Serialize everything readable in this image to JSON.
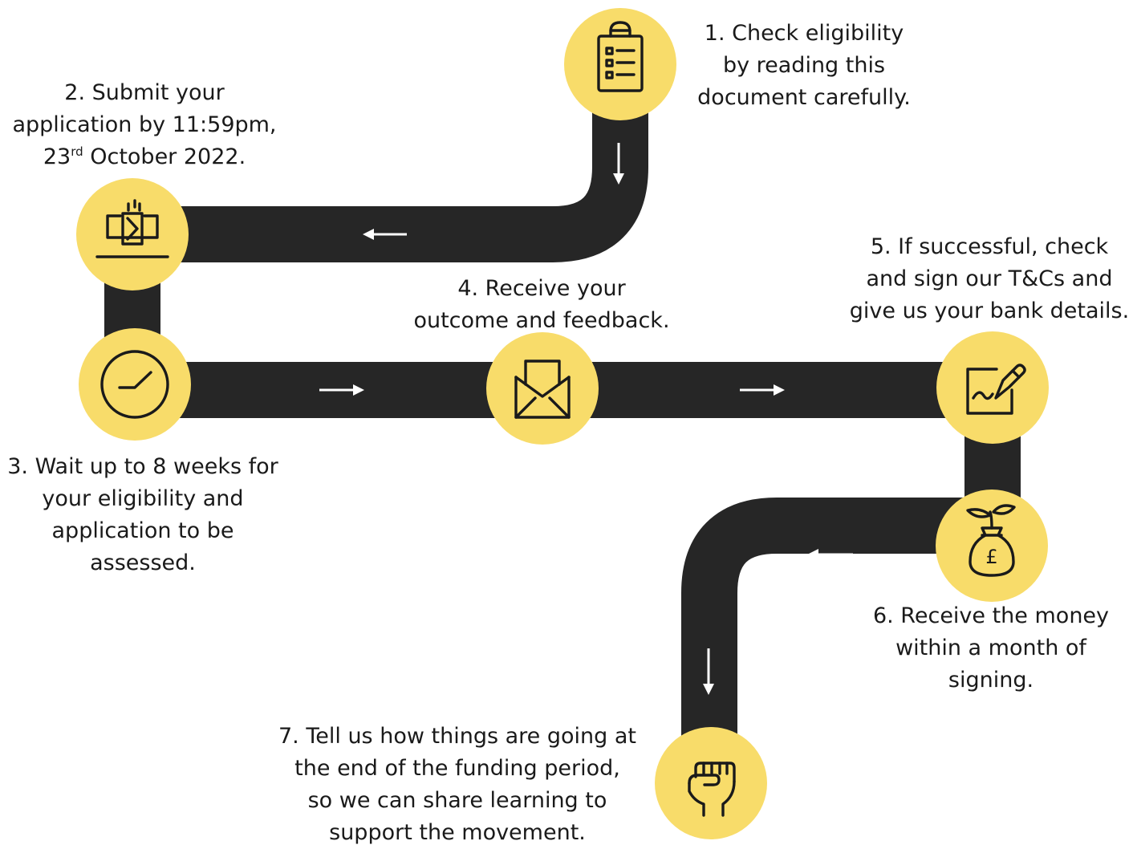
{
  "colors": {
    "road": "#262626",
    "node": "#f8dc6a",
    "icon": "#1a1a1a",
    "arrow": "#ffffff",
    "text": "#1a1a1a"
  },
  "steps": [
    {
      "icon": "clipboard-checklist-icon",
      "lines": [
        "1. Check eligibility",
        "by reading this",
        "document carefully."
      ]
    },
    {
      "icon": "laptop-envelope-icon",
      "lines": [
        "2. Submit your",
        "application by 11:59pm,"
      ],
      "date_day": "23",
      "date_suffix": "rd",
      "date_rest": " October 2022."
    },
    {
      "icon": "clock-icon",
      "lines": [
        "3. Wait up to 8 weeks for",
        "your eligibility and",
        "application to be",
        "assessed."
      ]
    },
    {
      "icon": "envelope-icon",
      "lines": [
        "4. Receive your",
        "outcome and feedback."
      ]
    },
    {
      "icon": "signed-document-icon",
      "lines": [
        "5. If successful, check",
        "and sign our T&Cs and",
        "give us your bank details."
      ]
    },
    {
      "icon": "money-bag-plant-icon",
      "lines": [
        "6. Receive the money",
        "within a month of",
        "signing."
      ]
    },
    {
      "icon": "raised-fist-icon",
      "lines": [
        "7. Tell us how things are going at",
        "the end of the funding period,",
        "so we can share learning to",
        "support the movement."
      ]
    }
  ],
  "arrows": [
    "down",
    "left",
    "right",
    "right",
    "left",
    "down"
  ],
  "money_symbol": "£"
}
